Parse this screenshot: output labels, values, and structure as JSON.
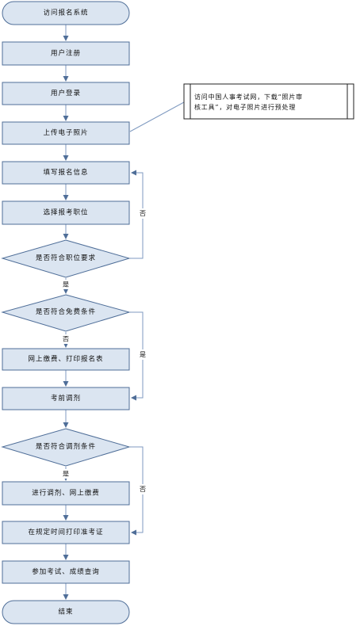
{
  "colors": {
    "fill": "#dbe5f1",
    "stroke": "#4f6e98",
    "line": "#7f9ac0",
    "arrow": "#4f6e98"
  },
  "nodes": {
    "start": "访问报名系统",
    "register": "用户注册",
    "login": "用户登录",
    "upload_photo": "上传电子照片",
    "fill_info": "填写报名信息",
    "select_position": "选择报考职位",
    "decision_position": "是否符合职位要求",
    "decision_exempt": "是否符合免费条件",
    "pay_print": "网上缴费、打印报名表",
    "pre_adjust": "考前调剂",
    "decision_adjust": "是否符合调剂条件",
    "adjust_pay": "进行调剂、网上缴费",
    "print_ticket": "在规定时间打印准考证",
    "exam_score": "参加考试、成绩查询",
    "end": "结束"
  },
  "note": {
    "line1": "访问中国人事考试网，下载“照片审",
    "line2": "核工具”，对电子照片进行预处理"
  },
  "edge_labels": {
    "no_position": "否",
    "yes_position": "是",
    "no_exempt": "否",
    "yes_exempt": "是",
    "yes_adjust": "是",
    "no_adjust": "否"
  }
}
